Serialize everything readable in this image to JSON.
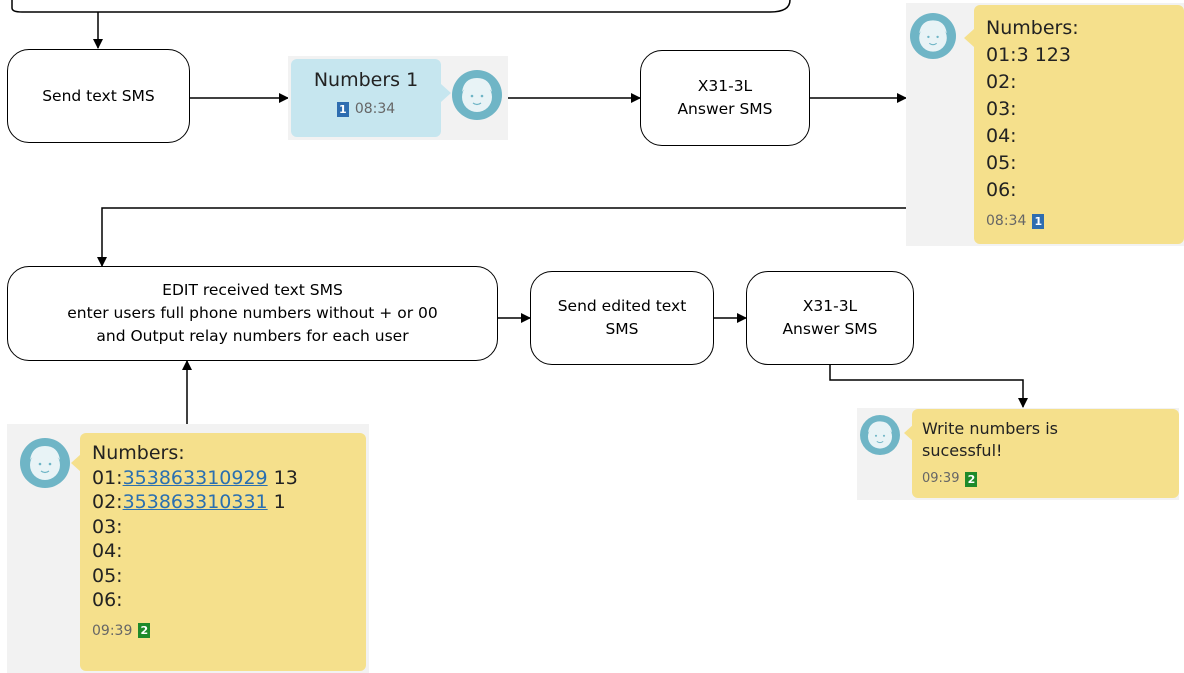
{
  "boxes": {
    "send_text": "Send text SMS",
    "x31_answer_1": "X31-3L\nAnswer SMS",
    "edit_received": "EDIT received text SMS\nenter users full phone numbers without + or 00\nand Output relay numbers for each user",
    "send_edited": "Send edited text\nSMS",
    "x31_answer_2": "X31-3L\nAnswer SMS"
  },
  "sent_message": {
    "text": "Numbers 1",
    "sim": "1",
    "time": "08:34"
  },
  "reply_numbers": {
    "lines": [
      "Numbers:",
      "01:3 123",
      "02:",
      "03:",
      "04:",
      "05:",
      "06:"
    ],
    "time": "08:34",
    "sim": "1"
  },
  "edited_message": {
    "header": "Numbers:",
    "row1_prefix": "01:",
    "row1_link": "353863310929",
    "row1_suffix": " 13",
    "row2_prefix": "02:",
    "row2_link": "353863310331",
    "row2_suffix": " 1",
    "rest": [
      "03:",
      "04:",
      "05:",
      "06:"
    ],
    "time": "09:39",
    "sim": "2"
  },
  "success_message": {
    "text": "Write numbers is\nsucessful!",
    "time": "09:39",
    "sim": "2"
  },
  "colors": {
    "sim1": "#2e6db0",
    "sim2": "#1e8a2a",
    "bubble_yellow": "#f5e08c",
    "bubble_blue": "#c6e6ef",
    "avatar": "#6fb5c6"
  }
}
